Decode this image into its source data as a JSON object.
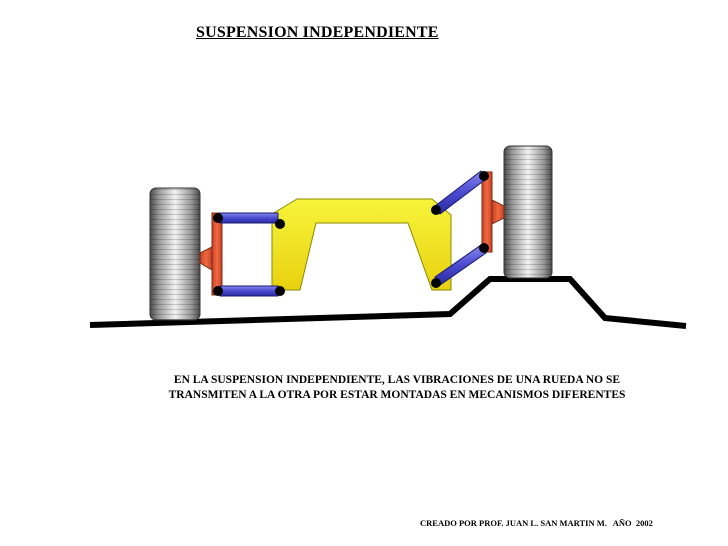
{
  "title": "SUSPENSION INDEPENDIENTE",
  "caption": "EN LA SUSPENSION INDEPENDIENTE, LAS VIBRACIONES DE UNA RUEDA NO SE  TRANSMITEN A LA OTRA POR ESTAR MONTADAS EN MECANISMOS DIFERENTES",
  "credit": "CREADO POR PROF. JUAN L. SAN MARTIN M.   AÑO  2002",
  "colors": {
    "chassis": "#f2ee1a",
    "upright": "#e05a30",
    "arm": "#5555d6",
    "joint": "#000000",
    "road": "#000000"
  }
}
